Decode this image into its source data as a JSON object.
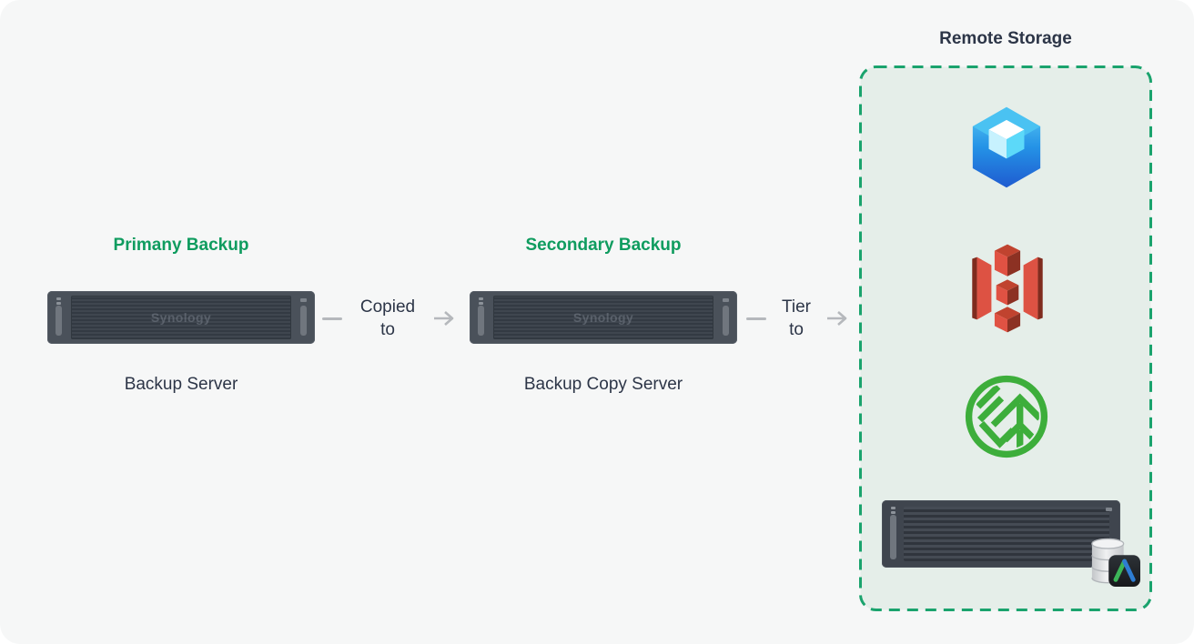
{
  "colors": {
    "background": "#f6f7f7",
    "heading_green": "#0f9c5f",
    "box_border_green": "#1aa36d",
    "box_fill_green": "#e5eee9",
    "text_dark": "#2c3547",
    "connector_gray": "#b5b8bc",
    "server_dark": "#4a515a"
  },
  "primary": {
    "title": "Primany Backup",
    "caption": "Backup Server",
    "device_logo": "Synology"
  },
  "secondary": {
    "title": "Secondary Backup",
    "caption": "Backup Copy Server",
    "device_logo": "Synology"
  },
  "connectors": {
    "copied": "Copied\nto",
    "tier": "Tier\nto"
  },
  "remote": {
    "title": "Remote Storage",
    "icons": [
      "c2-object-storage-icon",
      "amazon-s3-icon",
      "green-leaf-storage-icon",
      "rack-server-icon",
      "database-app-icon"
    ]
  }
}
